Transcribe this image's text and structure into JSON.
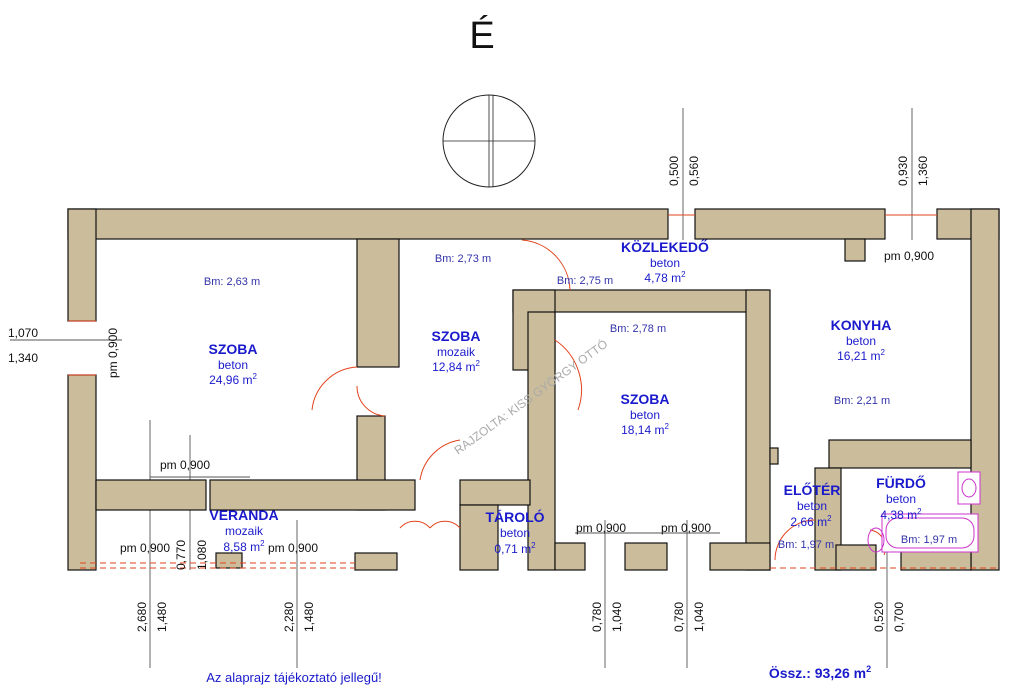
{
  "north_label": "É",
  "rooms": [
    {
      "name": "SZOBA",
      "material": "beton",
      "area": "24,96 m",
      "sup": "2",
      "bm": "Bm: 2,63 m"
    },
    {
      "name": "SZOBA",
      "material": "mozaik",
      "area": "12,84 m",
      "sup": "2",
      "bm": "Bm: 2,73 m"
    },
    {
      "name": "KÖZLEKEDŐ",
      "material": "beton",
      "area": "4,78 m",
      "sup": "2",
      "bm": "Bm: 2,75 m"
    },
    {
      "name": "SZOBA",
      "material": "beton",
      "area": "18,14 m",
      "sup": "2",
      "bm": "Bm: 2,78 m"
    },
    {
      "name": "KONYHA",
      "material": "beton",
      "area": "16,21 m",
      "sup": "2",
      "bm": "Bm: 2,21 m"
    },
    {
      "name": "VERANDA",
      "material": "mozaik",
      "area": "8,58 m",
      "sup": "2"
    },
    {
      "name": "TÁROLÓ",
      "material": "beton",
      "area": "0,71 m",
      "sup": "2"
    },
    {
      "name": "ELŐTÉR",
      "material": "beton",
      "area": "2,66 m",
      "sup": "2",
      "bm": "Bm: 1,97 m"
    },
    {
      "name": "FÜRDŐ",
      "material": "beton",
      "area": "4,38 m",
      "sup": "2",
      "bm": "Bm: 1,97 m"
    }
  ],
  "dims": {
    "top_a1": "0,500",
    "top_a2": "0,560",
    "top_b1": "0,930",
    "top_b2": "1,360",
    "left_1": "1,070",
    "left_2": "1,340",
    "pm_left": "pm 0,900",
    "pm_kitchen": "pm 0,900",
    "pm_szoba": "pm 0,900",
    "pm_ver_l": "pm 0,900",
    "pm_ver_r": "pm 0,900",
    "pm_sz2_l": "pm 0,900",
    "pm_sz2_r": "pm 0,900",
    "ver_v1": "0,770",
    "ver_v2": "1,080",
    "bot_1a": "2,680",
    "bot_1b": "1,480",
    "bot_2a": "2,280",
    "bot_2b": "1,480",
    "bot_3a": "0,780",
    "bot_3b": "1,040",
    "bot_4a": "0,780",
    "bot_4b": "1,040",
    "bot_5a": "0,520",
    "bot_5b": "0,700"
  },
  "watermark": "RAJZOLTA: KISS GYÖRGY OTTÓ",
  "note": "Az alaprajz tájékoztató jellegű!",
  "total": "Össz.: 93,26 m",
  "total_sup": "2"
}
